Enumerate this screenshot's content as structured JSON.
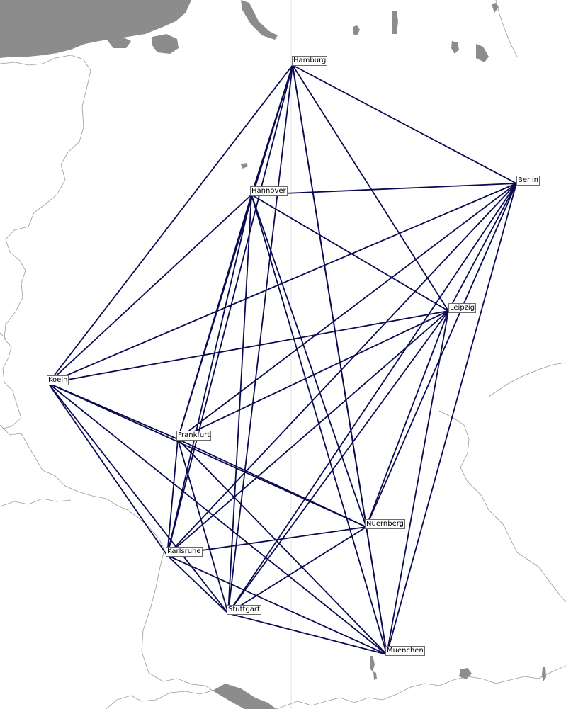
{
  "map": {
    "line_color": "#0a0a52",
    "water_color": "#8c8c8c",
    "border_color": "#9a9a9a"
  },
  "cities": [
    {
      "id": "hamburg",
      "name": "Hamburg"
    },
    {
      "id": "berlin",
      "name": "Berlin"
    },
    {
      "id": "hannover",
      "name": "Hannover"
    },
    {
      "id": "leipzig",
      "name": "Leipzig"
    },
    {
      "id": "koeln",
      "name": "Koeln"
    },
    {
      "id": "frankfurt",
      "name": "Frankfurt"
    },
    {
      "id": "nuernberg",
      "name": "Nuernberg"
    },
    {
      "id": "karlsruhe",
      "name": "Karlsruhe"
    },
    {
      "id": "stuttgart",
      "name": "Stuttgart"
    },
    {
      "id": "muenchen",
      "name": "Muenchen"
    }
  ],
  "links": [
    [
      "hamburg",
      "berlin"
    ],
    [
      "hamburg",
      "hannover"
    ],
    [
      "hamburg",
      "leipzig"
    ],
    [
      "hamburg",
      "koeln"
    ],
    [
      "hamburg",
      "frankfurt"
    ],
    [
      "hamburg",
      "nuernberg"
    ],
    [
      "hamburg",
      "karlsruhe"
    ],
    [
      "hamburg",
      "stuttgart"
    ],
    [
      "hamburg",
      "muenchen"
    ],
    [
      "berlin",
      "hannover"
    ],
    [
      "berlin",
      "leipzig"
    ],
    [
      "berlin",
      "koeln"
    ],
    [
      "berlin",
      "frankfurt"
    ],
    [
      "berlin",
      "nuernberg"
    ],
    [
      "berlin",
      "karlsruhe"
    ],
    [
      "berlin",
      "stuttgart"
    ],
    [
      "berlin",
      "muenchen"
    ],
    [
      "hannover",
      "leipzig"
    ],
    [
      "hannover",
      "koeln"
    ],
    [
      "hannover",
      "frankfurt"
    ],
    [
      "hannover",
      "nuernberg"
    ],
    [
      "hannover",
      "karlsruhe"
    ],
    [
      "hannover",
      "stuttgart"
    ],
    [
      "hannover",
      "muenchen"
    ],
    [
      "leipzig",
      "koeln"
    ],
    [
      "leipzig",
      "frankfurt"
    ],
    [
      "leipzig",
      "nuernberg"
    ],
    [
      "leipzig",
      "karlsruhe"
    ],
    [
      "leipzig",
      "stuttgart"
    ],
    [
      "leipzig",
      "muenchen"
    ],
    [
      "koeln",
      "frankfurt"
    ],
    [
      "koeln",
      "nuernberg"
    ],
    [
      "koeln",
      "karlsruhe"
    ],
    [
      "koeln",
      "stuttgart"
    ],
    [
      "koeln",
      "muenchen"
    ],
    [
      "frankfurt",
      "nuernberg"
    ],
    [
      "frankfurt",
      "karlsruhe"
    ],
    [
      "frankfurt",
      "stuttgart"
    ],
    [
      "frankfurt",
      "muenchen"
    ],
    [
      "nuernberg",
      "karlsruhe"
    ],
    [
      "nuernberg",
      "stuttgart"
    ],
    [
      "nuernberg",
      "muenchen"
    ],
    [
      "karlsruhe",
      "stuttgart"
    ],
    [
      "karlsruhe",
      "muenchen"
    ],
    [
      "stuttgart",
      "muenchen"
    ]
  ]
}
